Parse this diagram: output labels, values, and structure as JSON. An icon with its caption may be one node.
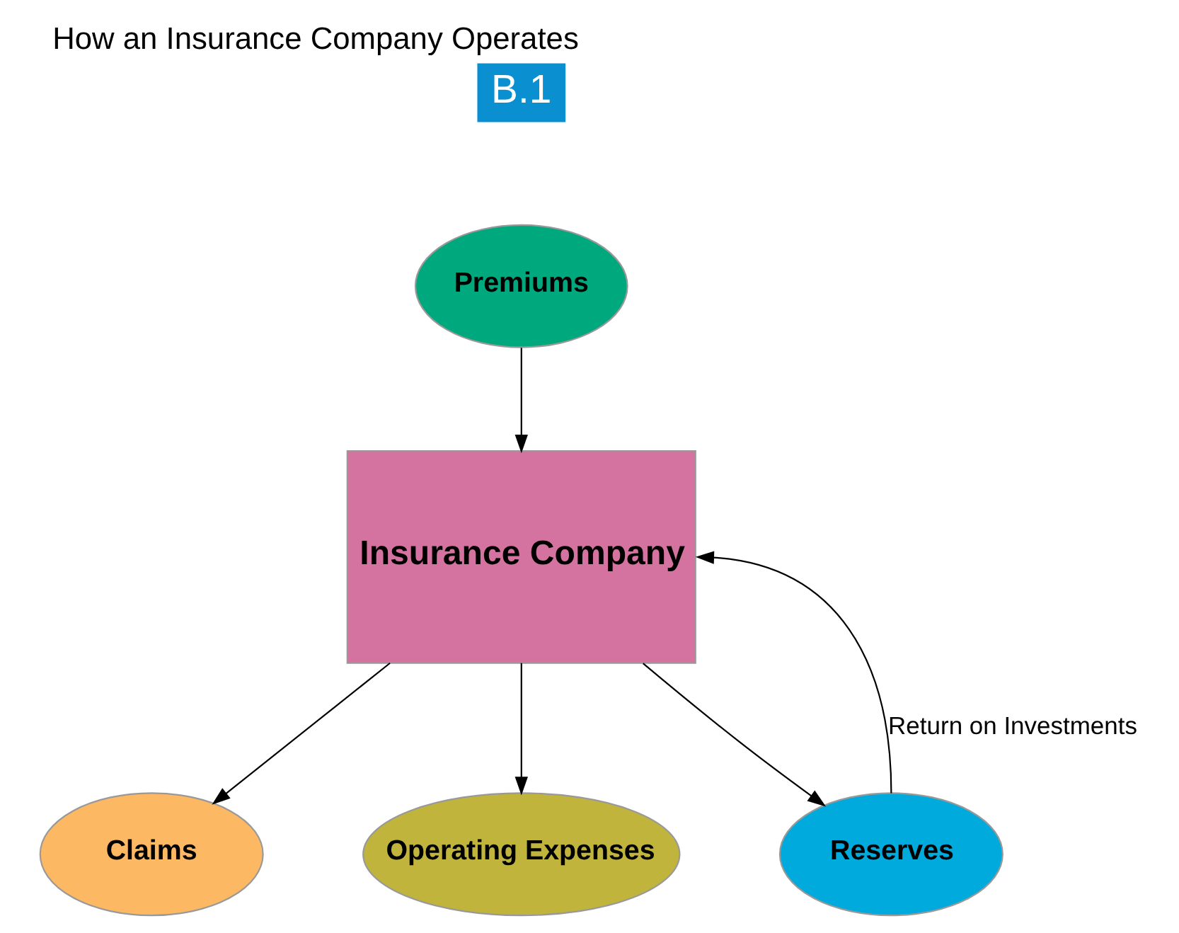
{
  "diagram": {
    "title": "How an Insurance Company Operates",
    "nodes": [
      {
        "text": [
          "Premiums"
        ]
      },
      {
        "text": [
          "Insurance Company"
        ]
      },
      {
        "text": [
          "Claims"
        ]
      },
      {
        "text": [
          "Operating Expenses"
        ]
      },
      {
        "text": [
          "Reserves"
        ]
      }
    ],
    "edges": [
      {
        "from": 0,
        "to": 1,
        "arrow": "to"
      },
      {
        "from": 1,
        "to": 2,
        "arrow": "to"
      },
      {
        "from": 1,
        "to": 3,
        "arrow": "to"
      },
      {
        "from": 1,
        "to": 4,
        "arrow": "to"
      },
      {
        "from": 4,
        "to": 1,
        "arrow": "to",
        "label": "Return on Investments"
      }
    ],
    "labels": [
      "B.1"
    ]
  }
}
